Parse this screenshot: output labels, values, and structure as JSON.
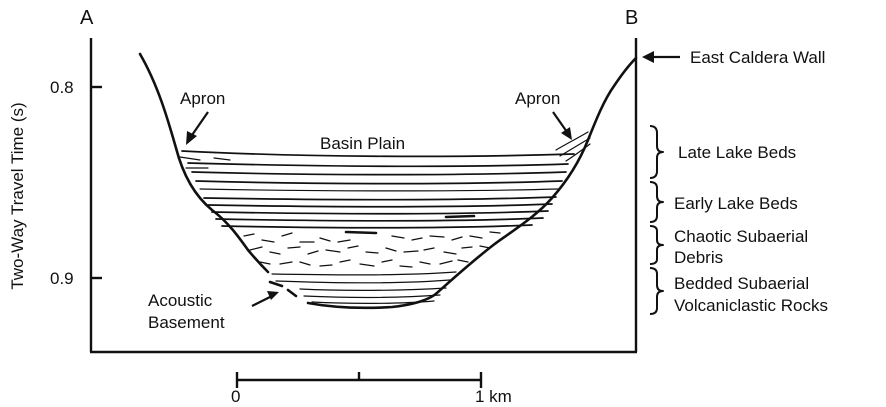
{
  "profile": {
    "start_label": "A",
    "end_label": "B"
  },
  "axis": {
    "ylabel": "Two-Way Travel Time (s)",
    "ticks": [
      "0.8",
      "0.9"
    ]
  },
  "scale_bar": {
    "start": "0",
    "end": "1 km"
  },
  "annotations": {
    "east_wall": "East Caldera Wall",
    "apron_left": "Apron",
    "apron_right": "Apron",
    "basin_plain": "Basin Plain",
    "acoustic_basement_1": "Acoustic",
    "acoustic_basement_2": "Basement"
  },
  "units": [
    {
      "lines": [
        "Late Lake Beds"
      ]
    },
    {
      "lines": [
        "Early Lake Beds"
      ]
    },
    {
      "lines": [
        "Chaotic Subaerial",
        "Debris"
      ]
    },
    {
      "lines": [
        "Bedded Subaerial",
        "Volcaniclastic Rocks"
      ]
    }
  ],
  "colors": {
    "ink": "#111111",
    "paper": "#ffffff"
  }
}
